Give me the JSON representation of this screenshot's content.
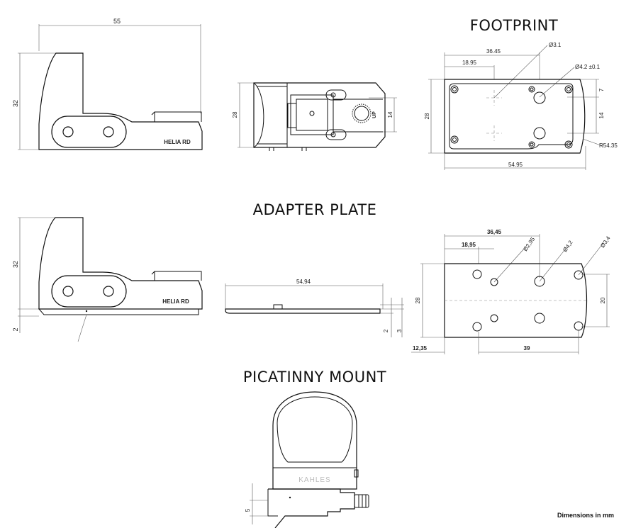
{
  "headings": {
    "footprint": "FOOTPRINT",
    "adapter_plate": "ADAPTER PLATE",
    "picatinny_mount": "PICATINNY MOUNT"
  },
  "note": "Dimensions in mm",
  "sight_side_top": {
    "width_label": "55",
    "height_label": "32",
    "brand_label": "HELIA RD"
  },
  "sight_top_view": {
    "width_label": "28",
    "height_label": "14",
    "up_label": "UP"
  },
  "footprint": {
    "dim_a": "36.45",
    "dim_b": "18.95",
    "hole_small": "Ø3.1",
    "hole_large": "Ø4.2 ±0.1",
    "height": "28",
    "spacing_7": "7",
    "spacing_14": "14",
    "radius": "R54.35",
    "width": "54.95"
  },
  "sight_side_adapter": {
    "height_label": "32",
    "plate_label": "2",
    "brand_label": "HELIA RD"
  },
  "adapter_side": {
    "width_label": "54,94",
    "dim_2": "2",
    "dim_3": "3"
  },
  "adapter_plan": {
    "dim_a": "36,45",
    "dim_b": "18,95",
    "hole_1": "Ø2,95",
    "hole_2": "Ø4,2",
    "hole_3": "Ø3,4",
    "height": "28",
    "spacing": "20",
    "offset": "12,35",
    "span": "39"
  },
  "picatinny": {
    "brand_label": "KAHLES",
    "height_label": "5"
  }
}
